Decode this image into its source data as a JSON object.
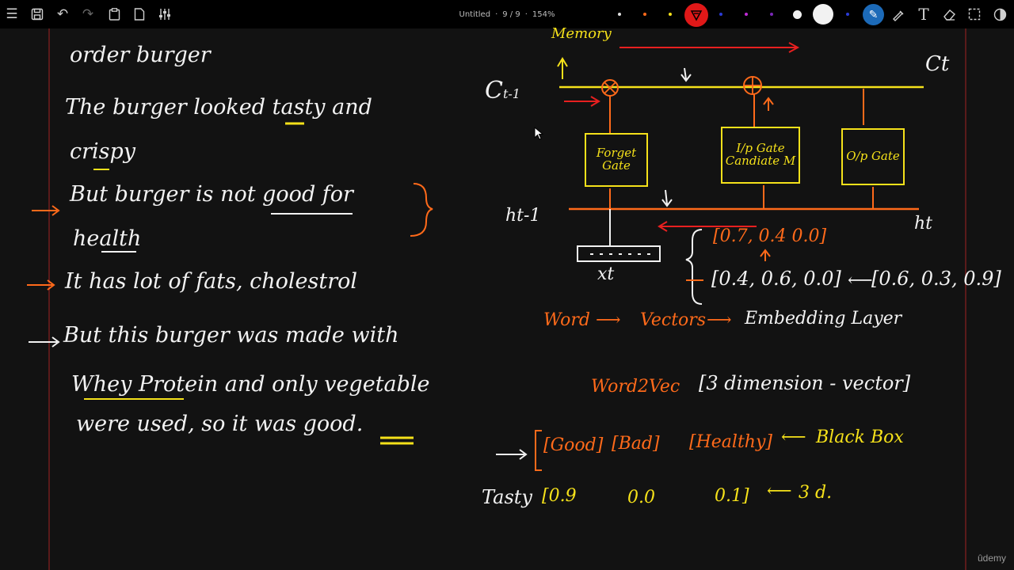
{
  "toolbar": {
    "doc_name": "Untitled",
    "page": "9 / 9",
    "zoom": "154%",
    "icons": [
      "menu-icon",
      "save-icon",
      "undo-icon",
      "redo-icon",
      "clipboard-icon",
      "new-page-icon",
      "settings-sliders-icon"
    ],
    "right_icons": [
      "pen-tool-icon",
      "highlighter-icon",
      "text-tool-icon",
      "eraser-icon",
      "selection-icon",
      "layers-icon"
    ],
    "palette_colors": [
      "#e0e0e0",
      "#ff6a1a",
      "#f5e11a",
      "#e82020",
      "#2a3bd6",
      "#c02bd6",
      "#7a28b8"
    ],
    "selected_color": "#e82020"
  },
  "left_notes": {
    "line1": "order burger",
    "line2": "The burger looked tasty and",
    "line3": "crispy",
    "line4": "But burger is not good for",
    "line5": "health",
    "line6": "It has lot of fats, cholestrol",
    "line7": "But this burger was made with",
    "line8": "Whey Protein and only vegetable",
    "line9": "were used, so it was good."
  },
  "diagram": {
    "memory": "Memory",
    "ct_prev": "C",
    "ct_prev_sub": "t-1",
    "ct": "Ct",
    "forget_gate": "Forget Gate",
    "input_gate": "I/p Gate Candiate M",
    "output_gate": "O/p Gate",
    "ht_prev": "ht-1",
    "ht": "ht",
    "xt": "xt",
    "multiply_sign": "⊗",
    "plus_sign": "⊕"
  },
  "vectors": {
    "top": "[0.7, 0.4  0.0]",
    "middle": "[0.4, 0.6, 0.0]",
    "right": "[0.6, 0.3, 0.9]",
    "pipeline_word": "Word",
    "pipeline_vectors": "Vectors",
    "pipeline_embedding": "Embedding Layer",
    "arrow": "⟶",
    "left_arrow": "⟵"
  },
  "word2vec": {
    "title": "Word2Vec",
    "note": "[3  dimension - vector]",
    "bracket_open": "[",
    "good": "[Good]",
    "bad": "[Bad]",
    "healthy": "[Healthy]",
    "bracket_close": "]",
    "black_box": "Black Box",
    "tasty": "Tasty",
    "v1": "[0.9",
    "v2": "0.0",
    "v3": "0.1]",
    "three_d": "3 d."
  },
  "watermark": "ûdemy"
}
